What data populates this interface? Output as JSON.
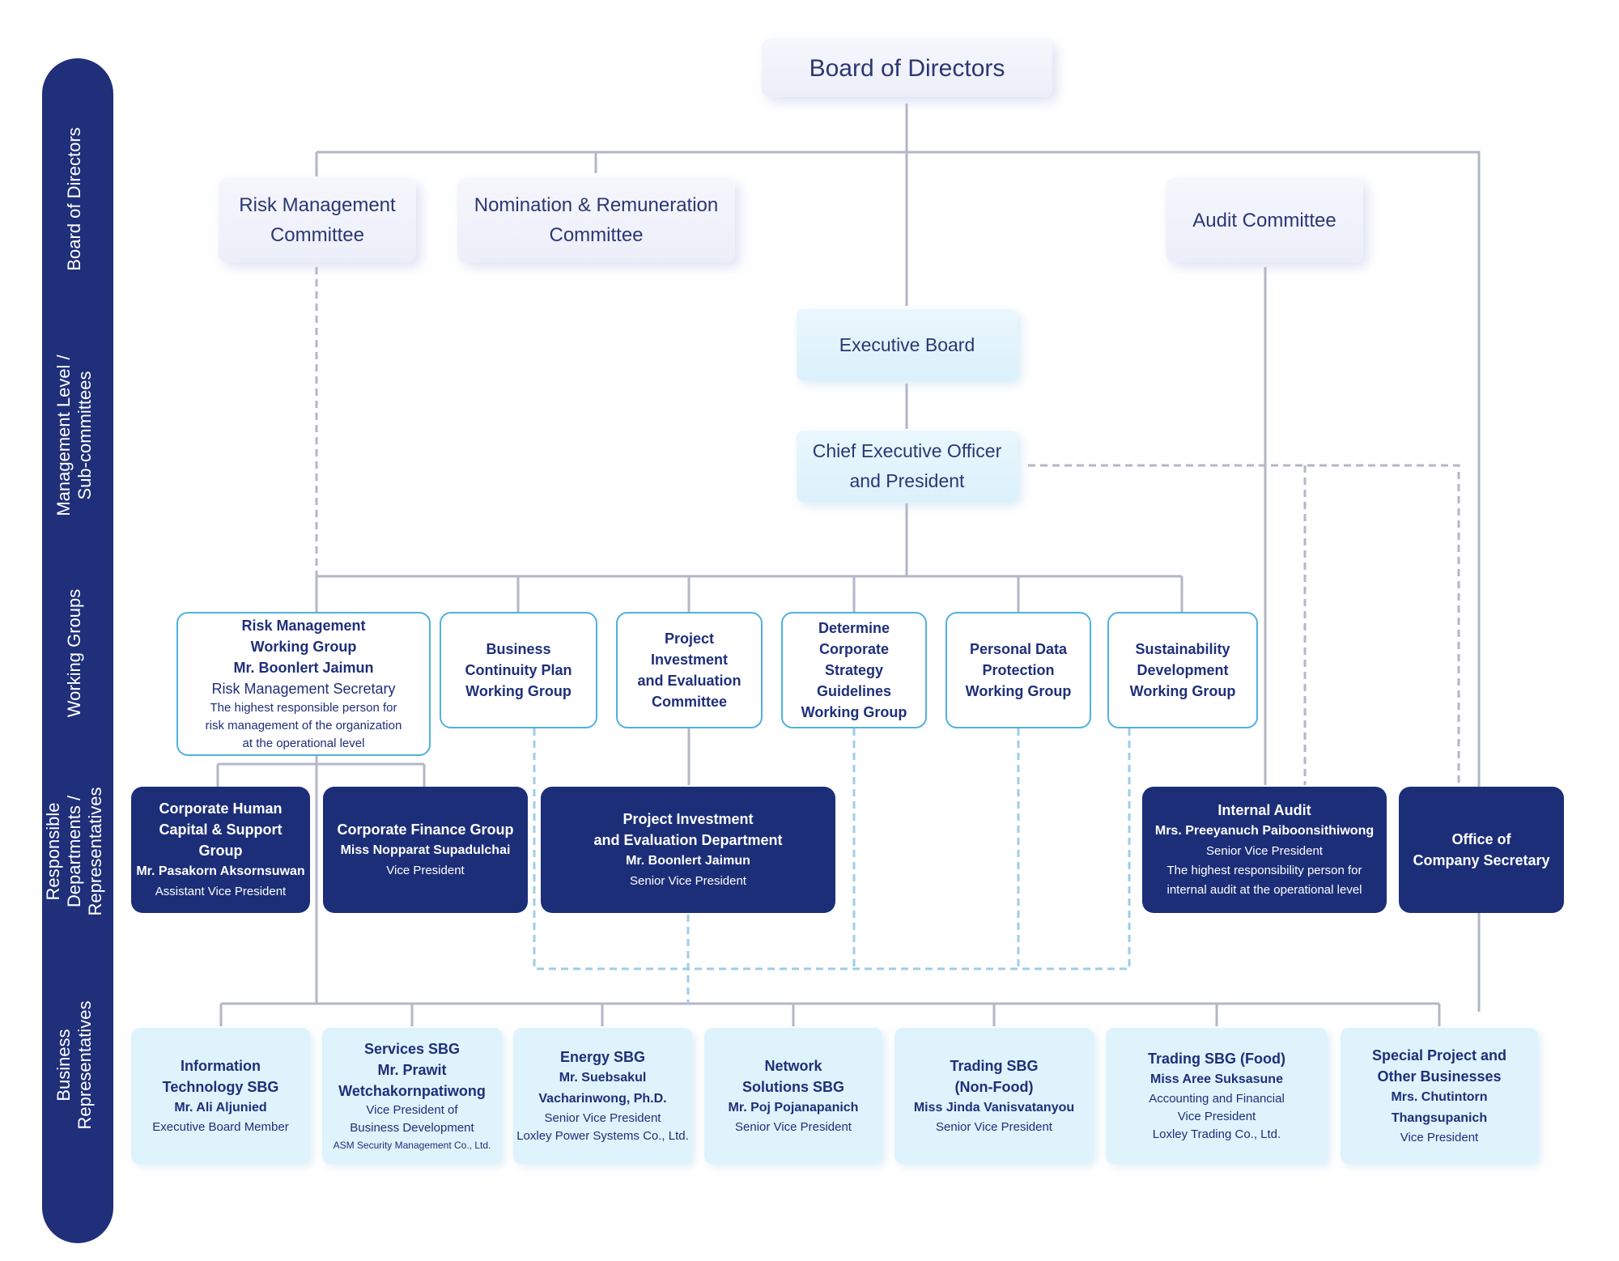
{
  "lanes": {
    "board": "Board of Directors",
    "management": "Management Level /\nSub-committees",
    "working": "Working Groups",
    "departments": "Responsible\nDepartments /\nRepresentatives",
    "business": "Business\nRepresentatives"
  },
  "board": {
    "title": "Board of Directors"
  },
  "committees": {
    "risk": "Risk Management\nCommittee",
    "nomination": "Nomination & Remuneration\nCommittee",
    "audit": "Audit Committee"
  },
  "executive": {
    "board": "Executive Board",
    "ceo": "Chief Executive Officer\nand President"
  },
  "working_groups": {
    "risk": {
      "title": "Risk Management\nWorking Group",
      "person": "Mr. Boonlert Jaimun",
      "role": "Risk Management Secretary",
      "note": "The highest responsible person for\nrisk management of the organization\nat the operational level"
    },
    "bcp": "Business\nContinuity Plan\nWorking Group",
    "project": "Project\nInvestment\nand Evaluation\nCommittee",
    "strategy": "Determine\nCorporate Strategy\nGuidelines\nWorking Group",
    "pdpa": "Personal Data\nProtection\nWorking Group",
    "sustain": "Sustainability\nDevelopment\nWorking Group"
  },
  "departments": {
    "hr": {
      "title": "Corporate Human\nCapital & Support\nGroup",
      "person": "Mr. Pasakorn Aksornsuwan",
      "role": "Assistant Vice President"
    },
    "finance": {
      "title": "Corporate Finance Group",
      "person": "Miss Nopparat Supadulchai",
      "role": "Vice President"
    },
    "project": {
      "title": "Project Investment\nand Evaluation Department",
      "person": "Mr. Boonlert Jaimun",
      "role": "Senior Vice President"
    },
    "audit": {
      "title": "Internal Audit",
      "person": "Mrs. Preeyanuch Paiboonsithiwong",
      "role": "Senior Vice President",
      "note": "The highest responsibility person for\ninternal audit at the operational level"
    },
    "secretary": {
      "title": "Office of\nCompany Secretary"
    }
  },
  "business": {
    "it": {
      "title": "Information\nTechnology SBG",
      "person": "Mr. Ali Aljunied",
      "role": "Executive Board Member"
    },
    "services": {
      "title": "Services SBG\nMr. Prawit\nWetchakornpatiwong",
      "role": "Vice President of\nBusiness Development",
      "company": "ASM Security Management Co., Ltd."
    },
    "energy": {
      "title": "Energy SBG",
      "person": "Mr. Suebsakul\nVacharinwong, Ph.D.",
      "role": "Senior Vice President",
      "company": "Loxley Power Systems Co., Ltd."
    },
    "network": {
      "title": "Network\nSolutions SBG",
      "person": "Mr. Poj Pojanapanich",
      "role": "Senior Vice President"
    },
    "trading_nonfood": {
      "title": "Trading SBG\n(Non-Food)",
      "person": "Miss Jinda Vanisvatanyou",
      "role": "Senior Vice President"
    },
    "trading_food": {
      "title": "Trading SBG (Food)",
      "person": "Miss Aree Suksasune",
      "role": "Accounting and Financial\nVice President\nLoxley Trading Co., Ltd."
    },
    "special": {
      "title": "Special Project and\nOther Businesses",
      "person": "Mrs. Chutintorn\nThangsupanich",
      "role": "Vice President"
    }
  },
  "colors": {
    "navy": "#1c2e78",
    "sidebar": "#1f2f7a",
    "accent": "#4fb2df",
    "connector": "#b3b7c6",
    "dashed": "#9fcde8"
  }
}
